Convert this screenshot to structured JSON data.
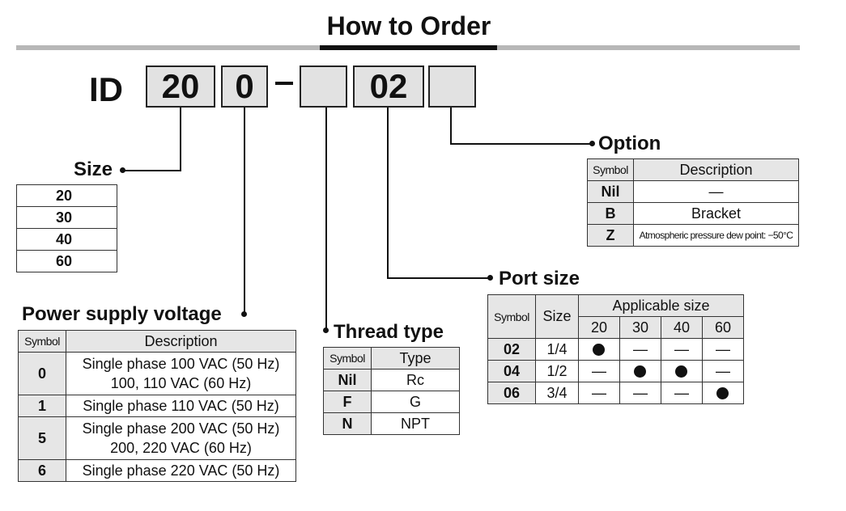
{
  "title": "How to Order",
  "model": {
    "prefix": "ID",
    "box1": "20",
    "box2": "0",
    "box3": "",
    "box4": "02",
    "box5": ""
  },
  "size": {
    "label": "Size",
    "values": [
      "20",
      "30",
      "40",
      "60"
    ]
  },
  "power": {
    "label": "Power supply voltage",
    "headers": [
      "Symbol",
      "Description"
    ],
    "rows": [
      {
        "symbol": "0",
        "line1": "Single phase 100 VAC (50 Hz)",
        "line2": "100, 110 VAC (60 Hz)"
      },
      {
        "symbol": "1",
        "line1": "Single phase 110 VAC (50 Hz)",
        "line2": ""
      },
      {
        "symbol": "5",
        "line1": "Single phase 200 VAC (50 Hz)",
        "line2": "200, 220 VAC (60 Hz)"
      },
      {
        "symbol": "6",
        "line1": "Single phase 220 VAC (50 Hz)",
        "line2": ""
      }
    ]
  },
  "thread": {
    "label": "Thread type",
    "headers": [
      "Symbol",
      "Type"
    ],
    "rows": [
      {
        "symbol": "Nil",
        "type": "Rc"
      },
      {
        "symbol": "F",
        "type": "G"
      },
      {
        "symbol": "N",
        "type": "NPT"
      }
    ]
  },
  "port": {
    "label": "Port size",
    "headers": {
      "symbol": "Symbol",
      "size": "Size",
      "applicable": "Applicable size"
    },
    "sizes": [
      "20",
      "30",
      "40",
      "60"
    ],
    "rows": [
      {
        "symbol": "02",
        "size": "1/4",
        "marks": [
          "●",
          "—",
          "—",
          "—"
        ]
      },
      {
        "symbol": "04",
        "size": "1/2",
        "marks": [
          "—",
          "●",
          "●",
          "—"
        ]
      },
      {
        "symbol": "06",
        "size": "3/4",
        "marks": [
          "—",
          "—",
          "—",
          "●"
        ]
      }
    ]
  },
  "option": {
    "label": "Option",
    "headers": [
      "Symbol",
      "Description"
    ],
    "rows": [
      {
        "symbol": "Nil",
        "desc": "—"
      },
      {
        "symbol": "B",
        "desc": "Bracket"
      },
      {
        "symbol": "Z",
        "desc": "Atmospheric pressure dew point: −50°C"
      }
    ]
  }
}
